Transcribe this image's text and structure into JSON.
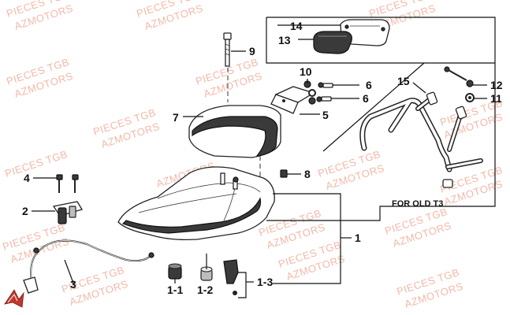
{
  "watermarks": [
    "PIECES TGB",
    "AZMOTORS",
    "PIECES TGB",
    "AZMOTORS",
    "PIECES TGB",
    "AZMOTORS",
    "PIECES TGB",
    "AZMOTORS",
    "PIECES TGB",
    "AZMOTORS",
    "PIECES TGB",
    "AZMOTORS",
    "PIECES TGB",
    "AZMOTORS",
    "PIECES TGB",
    "AZMOTORS",
    "PIECES TGB",
    "AZMOTORS",
    "PIECES TGB",
    "AZMOTORS",
    "PIECES TGB",
    "AZMOTORS",
    "PIECES TGB",
    "AZMOTORS",
    "PIECES TGB",
    "AZMOTORS",
    "PIECES TGB",
    "AZMOTORS",
    "PIECES TGB",
    "AZMOTORS",
    "PIECES TGB",
    "AZMOTORS"
  ],
  "callouts": {
    "c1": "1",
    "c1_1": "1-1",
    "c1_2": "1-2",
    "c1_3": "1-3",
    "c2": "2",
    "c3": "3",
    "c4": "4",
    "c5": "5",
    "c6a": "6",
    "c6b": "6",
    "c7": "7",
    "c8": "8",
    "c9": "9",
    "c10": "10",
    "c11": "11",
    "c12": "12",
    "c13": "13",
    "c14": "14",
    "c15": "15"
  },
  "inset": {
    "note": "FOR OLD T3"
  },
  "colors": {
    "watermark": "#f2b8a8",
    "line": "#111111"
  }
}
